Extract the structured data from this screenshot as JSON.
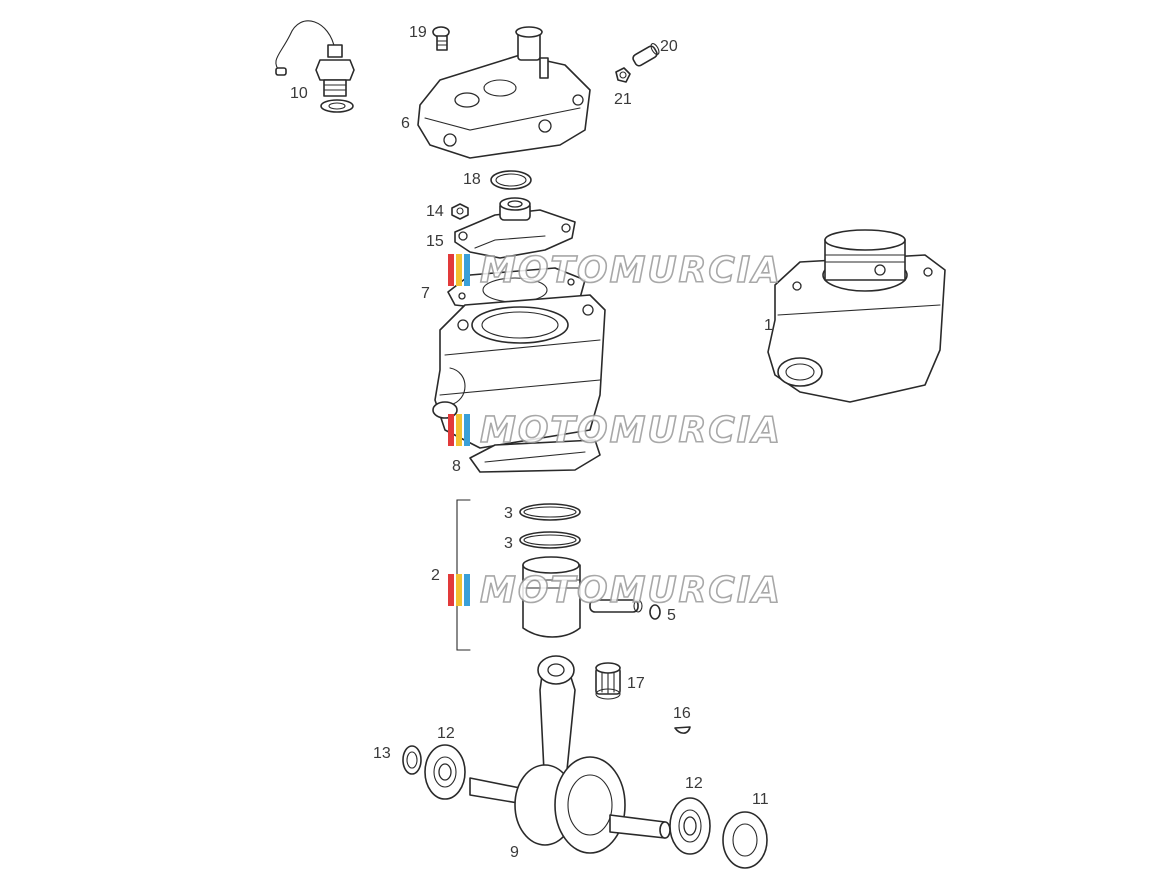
{
  "diagram": {
    "callouts": {
      "c1": "1",
      "c2": "2",
      "c3a": "3",
      "c3b": "3",
      "c5": "5",
      "c6": "6",
      "c7": "7",
      "c8": "8",
      "c9": "9",
      "c10": "10",
      "c11": "11",
      "c12a": "12",
      "c12b": "12",
      "c13": "13",
      "c14": "14",
      "c15": "15",
      "c16": "16",
      "c17": "17",
      "c18": "18",
      "c19": "19",
      "c20": "20",
      "c21": "21"
    },
    "watermark": {
      "text": "MOTOMURCIA",
      "colors": [
        "#e23a3a",
        "#f2c230",
        "#3aa0d8"
      ]
    }
  }
}
